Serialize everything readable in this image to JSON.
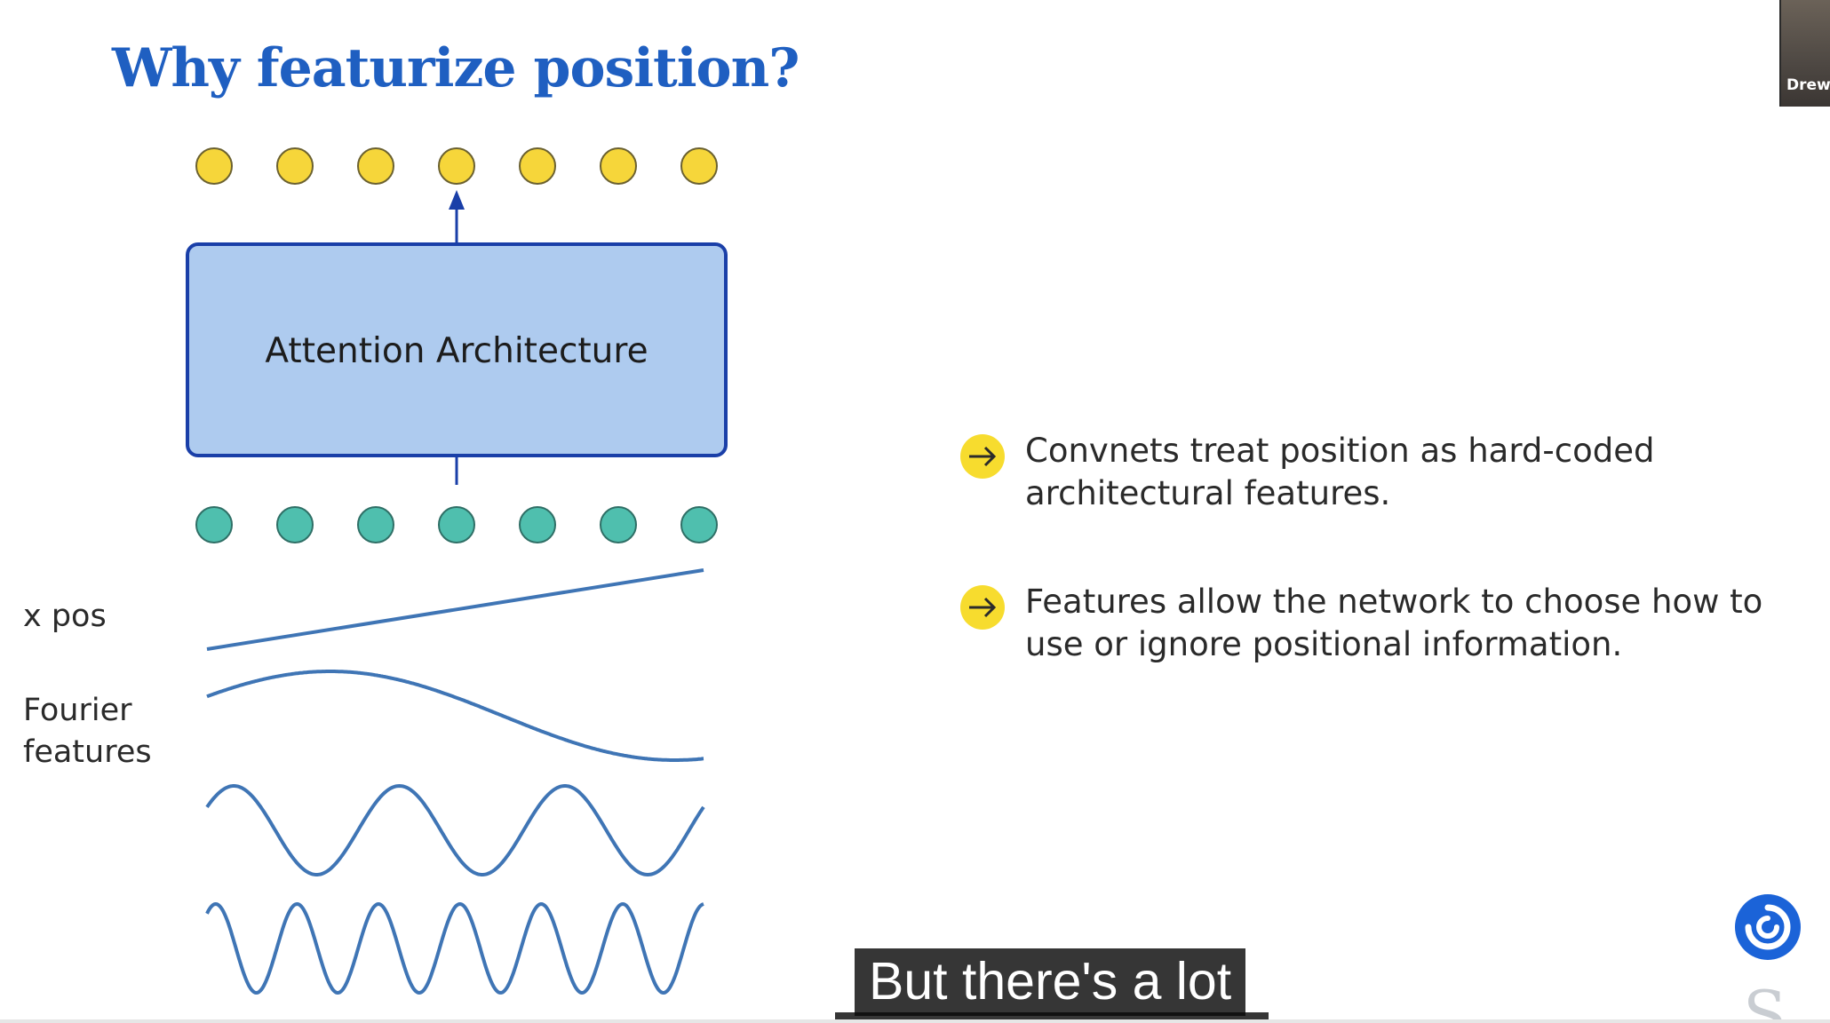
{
  "slide": {
    "title": "Why featurize position?",
    "diagram": {
      "box_label": "Attention Architecture",
      "label_xpos": "x pos",
      "label_fourier_line1": "Fourier",
      "label_fourier_line2": "features",
      "output_node_count": 7,
      "input_node_count": 7
    },
    "bullets": [
      {
        "icon": "arrow-right-icon",
        "line1": "Convnets treat position as hard-coded",
        "line2": "architectural features."
      },
      {
        "icon": "arrow-right-icon",
        "line1": "Features allow the network to choose how to",
        "line2": "use or ignore positional information."
      }
    ]
  },
  "video": {
    "participant_name": "Drew",
    "caption": "But there's a lot",
    "logo_icon": "swirl-logo-icon"
  },
  "colors": {
    "title": "#1f5fc1",
    "box_fill": "#aecbef",
    "box_stroke": "#1a3fa8",
    "output_nodes": "#f6d63a",
    "input_nodes": "#4fbfae",
    "waves": "#3f75b5",
    "bullet_icon": "#f7dc2e"
  }
}
